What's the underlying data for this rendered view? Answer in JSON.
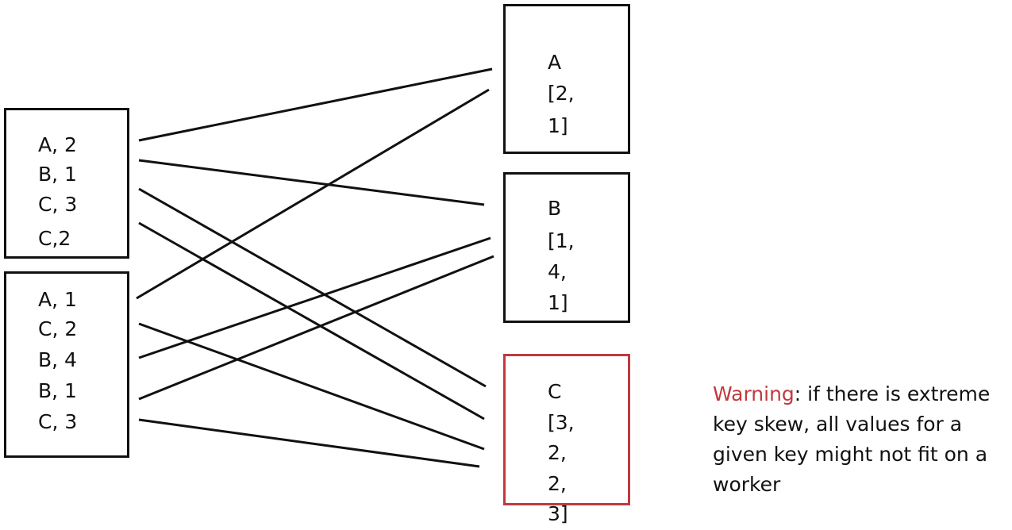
{
  "inputs": [
    {
      "id": "partition-1",
      "lines": [
        "A, 2",
        "B, 1",
        "C, 3",
        "C,2"
      ]
    },
    {
      "id": "partition-2",
      "lines": [
        "A, 1",
        "C, 2",
        "B, 4",
        "B, 1",
        "C, 3"
      ]
    }
  ],
  "outputs": [
    {
      "id": "group-a",
      "lines": [
        "A",
        "[2,",
        "1]"
      ],
      "highlighted": false
    },
    {
      "id": "group-b",
      "lines": [
        "B",
        "[1,",
        "4,",
        "1]"
      ],
      "highlighted": false
    },
    {
      "id": "group-c",
      "lines": [
        "C",
        "[3,",
        "2,",
        "2,",
        "3]"
      ],
      "highlighted": true
    }
  ],
  "connections": [
    {
      "from": "partition-1:A, 2",
      "to": "group-a"
    },
    {
      "from": "partition-1:B, 1",
      "to": "group-b"
    },
    {
      "from": "partition-1:C, 3",
      "to": "group-c"
    },
    {
      "from": "partition-1:C,2",
      "to": "group-c"
    },
    {
      "from": "partition-2:A, 1",
      "to": "group-a"
    },
    {
      "from": "partition-2:C, 2",
      "to": "group-c"
    },
    {
      "from": "partition-2:B, 4",
      "to": "group-b"
    },
    {
      "from": "partition-2:B, 1",
      "to": "group-b"
    },
    {
      "from": "partition-2:C, 3",
      "to": "group-c"
    }
  ],
  "warning": {
    "label": "Warning",
    "text": ": if there is extreme key skew, all values for a given key might not fit on a worker"
  },
  "colors": {
    "stroke": "#111111",
    "warning": "#c0393f"
  }
}
